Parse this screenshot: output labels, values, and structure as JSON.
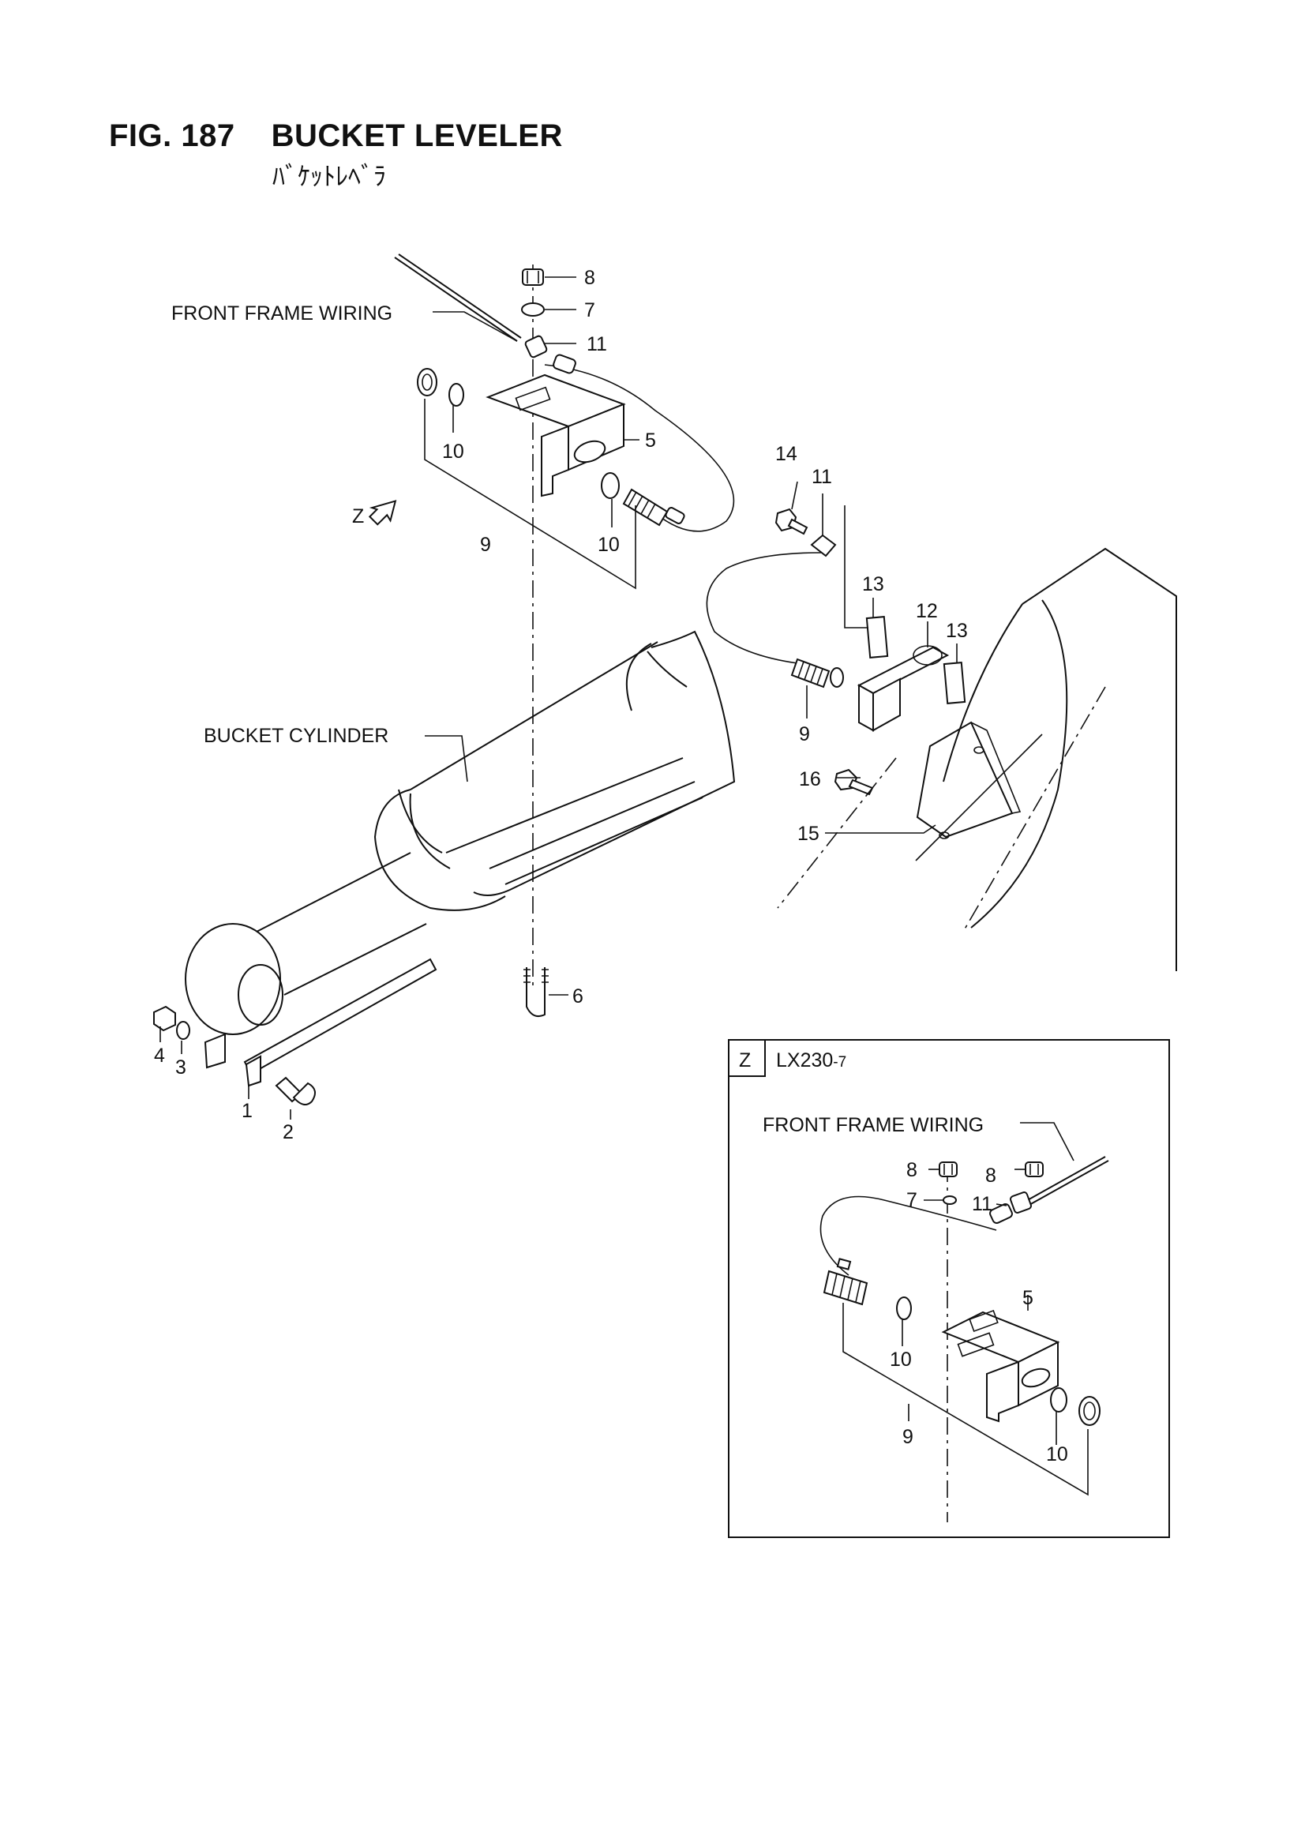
{
  "figure": {
    "number": "FIG. 187",
    "title": "BUCKET LEVELER",
    "subtitle_jp": "ﾊﾞｹｯﾄﾚﾍﾞﾗ"
  },
  "main_view": {
    "callouts": {
      "front_frame_wiring": "FRONT FRAME WIRING",
      "bucket_cylinder": "BUCKET CYLINDER",
      "view_arrow": "Z"
    },
    "part_numbers": {
      "p8": "8",
      "p7": "7",
      "p11a": "11",
      "p5": "5",
      "p10a": "10",
      "p10b": "10",
      "p9a": "9",
      "p14": "14",
      "p11b": "11",
      "p13a": "13",
      "p12": "12",
      "p13b": "13",
      "p9b": "9",
      "p16": "16",
      "p15": "15",
      "p6": "6",
      "p4": "4",
      "p3": "3",
      "p1": "1",
      "p2": "2"
    }
  },
  "detail_view_z": {
    "tag": "Z",
    "model": "LX230",
    "model_suffix": "-7",
    "callouts": {
      "front_frame_wiring": "FRONT FRAME WIRING"
    },
    "part_numbers": {
      "p8a": "8",
      "p8b": "8",
      "p7": "7",
      "p11": "11",
      "p5": "5",
      "p10a": "10",
      "p10b": "10",
      "p9": "9"
    }
  }
}
